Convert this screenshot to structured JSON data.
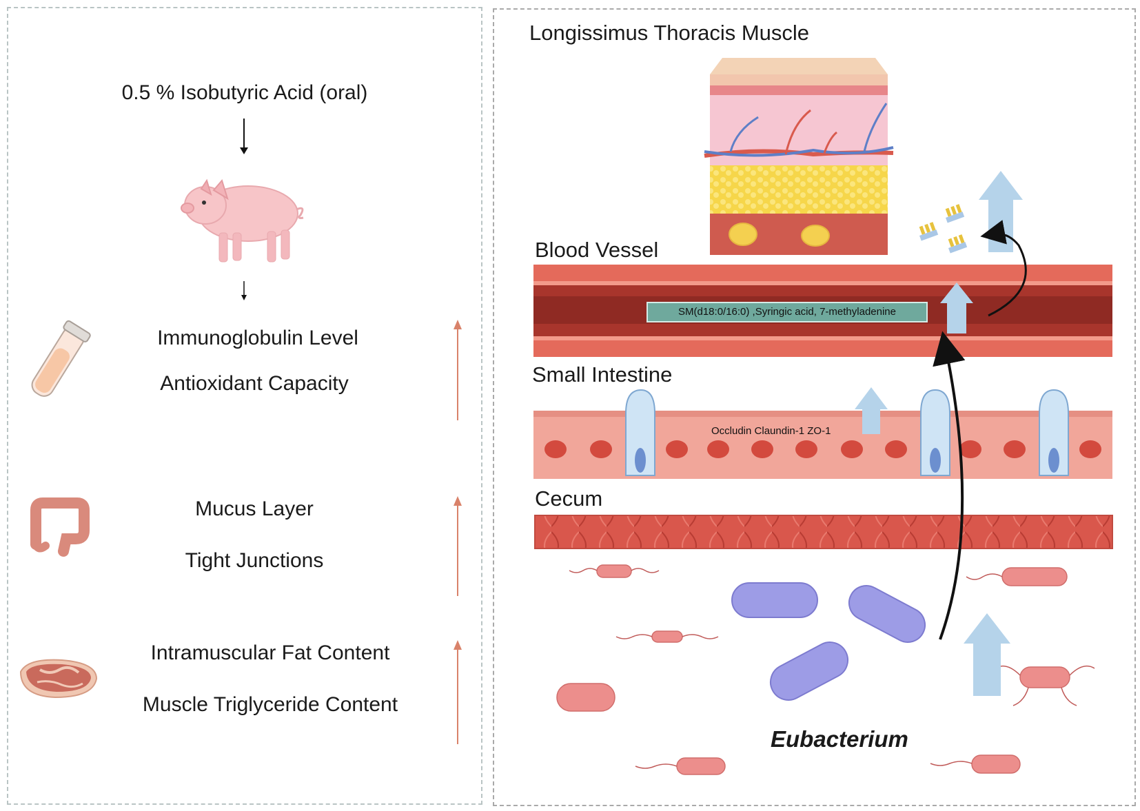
{
  "left": {
    "treatment": "0.5 % Isobutyric Acid (oral)",
    "groups": [
      {
        "icon": "blood-tube-icon",
        "lines": [
          "Immunoglobulin Level",
          "Antioxidant Capacity"
        ],
        "trend": "up"
      },
      {
        "icon": "intestine-icon",
        "lines": [
          "Mucus Layer",
          "Tight Junctions"
        ],
        "trend": "up"
      },
      {
        "icon": "meat-icon",
        "lines": [
          "Intramuscular Fat Content",
          "Muscle Triglyceride Content"
        ],
        "trend": "up"
      }
    ]
  },
  "right": {
    "sections": {
      "muscle": "Longissimus Thoracis Muscle",
      "blood": "Blood Vessel",
      "intestine": "Small Intestine",
      "cecum": "Cecum"
    },
    "metabolites": "SM(d18:0/16:0) ,Syringic acid, 7-methyladenine",
    "junction_proteins": "Occludin Claundin-1 ZO-1",
    "bacterium": "Eubacterium"
  },
  "colors": {
    "up_arrow_blue": "#b5d3ea",
    "trend_arrow": "#d9826a",
    "vessel_red": "#a8352c",
    "tissue_pink": "#f1a69a",
    "bacteria_purple": "#9d9ce6"
  }
}
